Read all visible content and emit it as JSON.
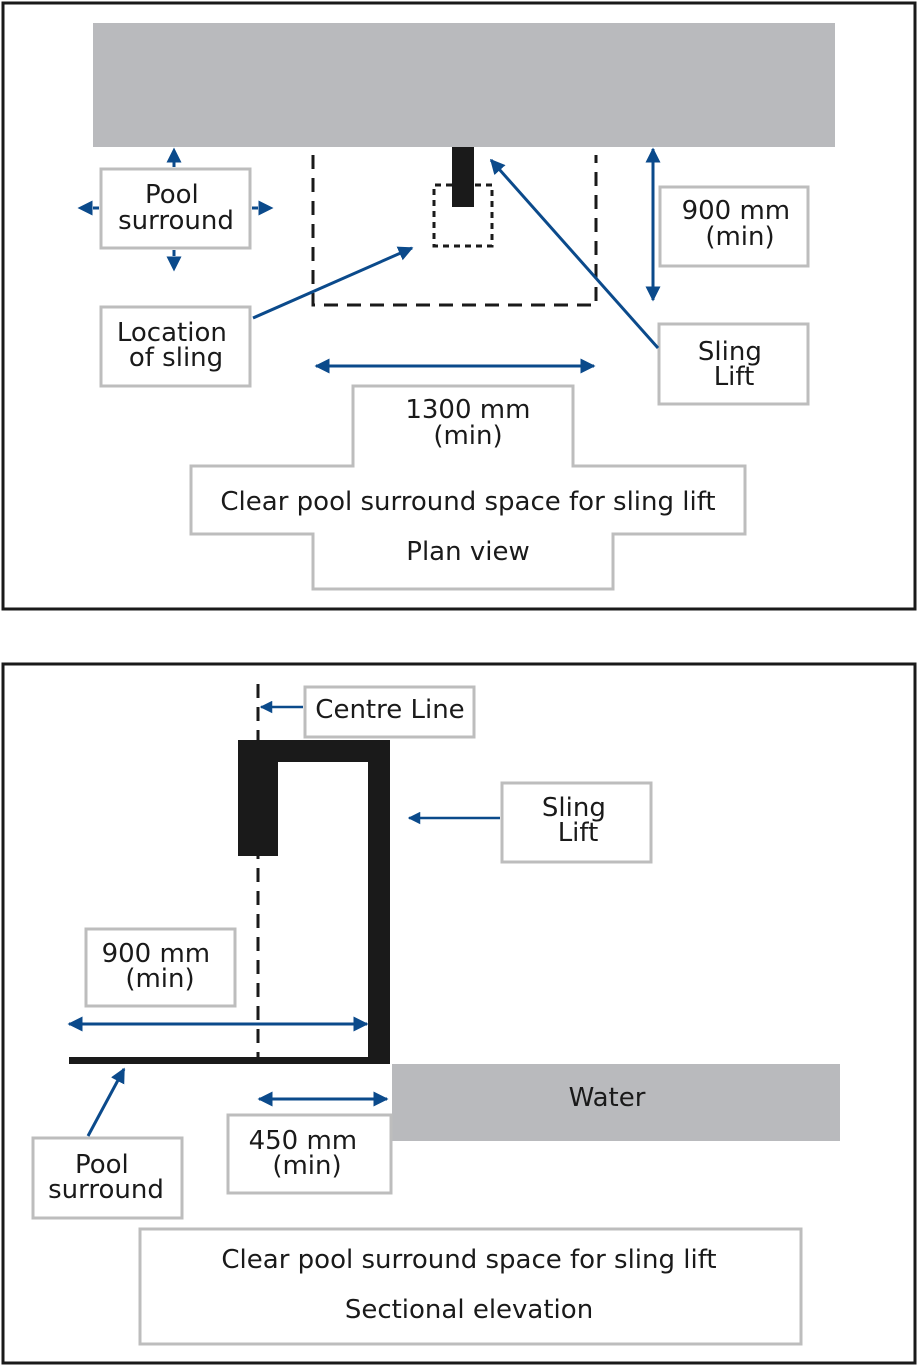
{
  "colors": {
    "frame": "#1a1a1a",
    "arrow": "#0b4a8b",
    "grey_fill": "#b9babd",
    "label_border": "#bdbdbd",
    "solid": "#1a1a1a"
  },
  "plan_view": {
    "pool_surround_lines": [
      "Pool",
      "surround"
    ],
    "location_of_sling_lines": [
      "Location",
      "of sling"
    ],
    "sling_lift_lines": [
      "Sling",
      "Lift"
    ],
    "depth_lines": [
      "900 mm",
      "(min)"
    ],
    "width_lines": [
      "1300 mm",
      "(min)"
    ],
    "caption_line1": "Clear pool surround space for sling lift",
    "caption_line2": "Plan view"
  },
  "sectional_elevation": {
    "centre_line": "Centre Line",
    "sling_lift_lines": [
      "Sling",
      "Lift"
    ],
    "surround_width_lines": [
      "900 mm",
      "(min)"
    ],
    "offset_lines": [
      "450 mm",
      "(min)"
    ],
    "water": "Water",
    "pool_surround_lines": [
      "Pool",
      "surround"
    ],
    "caption_line1": "Clear pool surround space for sling lift",
    "caption_line2": "Sectional elevation"
  }
}
